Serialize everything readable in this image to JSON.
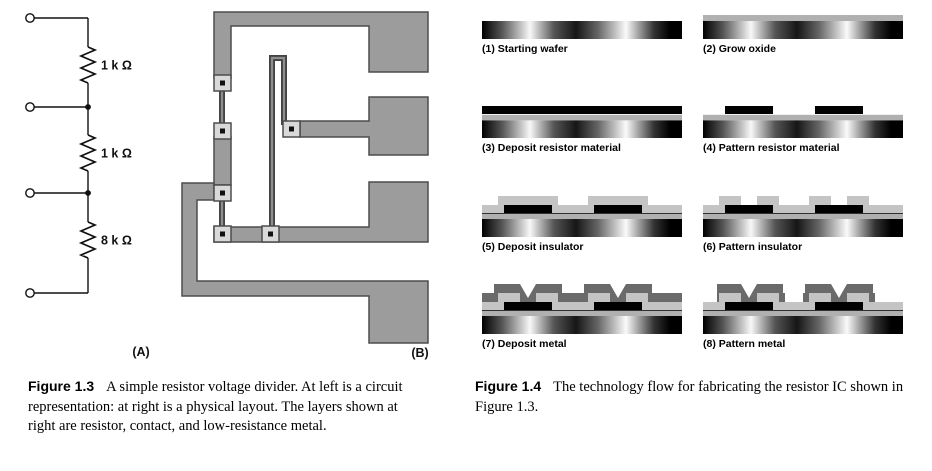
{
  "figure13": {
    "caption_label": "Figure 1.3",
    "caption_text": "A simple resistor voltage divider. At left is a circuit representation: at right is a physical layout. The layers shown at right are resistor, contact, and low-resistance metal.",
    "panel_a_label": "(A)",
    "panel_b_label": "(B)",
    "resistors": [
      {
        "label": "1 k Ω"
      },
      {
        "label": "1 k Ω"
      },
      {
        "label": "8 k Ω"
      }
    ]
  },
  "figure14": {
    "caption_label": "Figure 1.4",
    "caption_text": "The technology flow for fabricating the resistor IC shown in Figure 1.3.",
    "steps": [
      {
        "label": "(1) Starting wafer"
      },
      {
        "label": "(2) Grow oxide"
      },
      {
        "label": "(3) Deposit resistor material"
      },
      {
        "label": "(4) Pattern resistor material"
      },
      {
        "label": "(5) Deposit insulator"
      },
      {
        "label": "(6) Pattern insulator"
      },
      {
        "label": "(7) Deposit metal"
      },
      {
        "label": "(8) Pattern metal"
      }
    ]
  },
  "colors": {
    "layout_metal": "#9c9c9c",
    "layout_outline": "#4d4d4d",
    "contact_pad": "#d9d9d9",
    "contact_dot": "#111111",
    "resistor_line": "#444444",
    "oxide": "#b0b0b0",
    "insulator": "#c4c4c4",
    "cross_section_metal": "#6a6a6a",
    "resistor_film": "#000000"
  }
}
